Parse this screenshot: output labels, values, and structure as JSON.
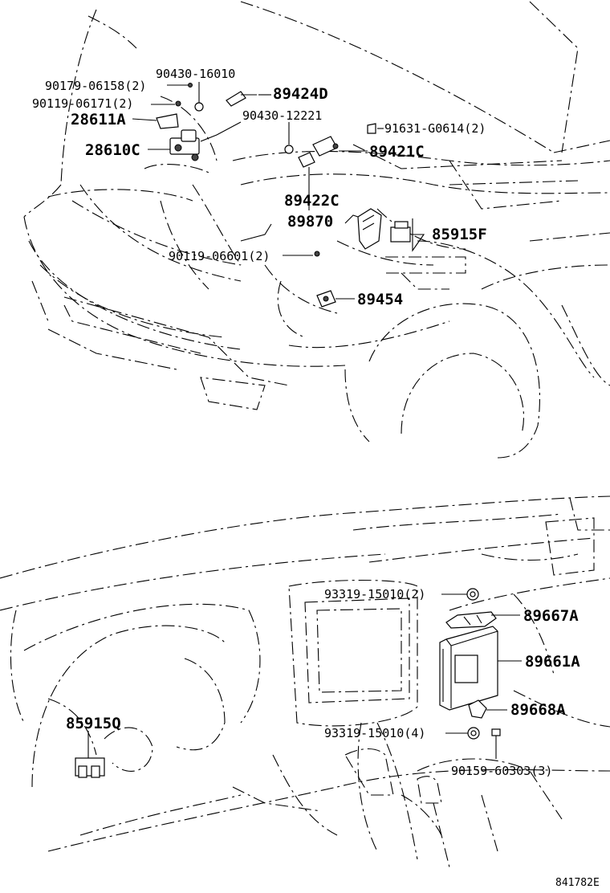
{
  "labels": {
    "p90430_16010": "90430-16010",
    "p90179_06158": "90179-06158(2)",
    "p89424D": "89424D",
    "p90119_06171": "90119-06171(2)",
    "p90430_12221": "90430-12221",
    "p28611A": "28611A",
    "p91631_G0614": "91631-G0614(2)",
    "p28610C": "28610C",
    "p89421C": "89421C",
    "p89422C": "89422C",
    "p89870": "89870",
    "p85915F": "85915F",
    "p90119_06601": "90119-06601(2)",
    "p89454": "89454",
    "p93319_15010_2": "93319-15010(2)",
    "p89667A": "89667A",
    "p89661A": "89661A",
    "p85915Q": "85915Q",
    "p89668A": "89668A",
    "p93319_15010_4": "93319-15010(4)",
    "p90159_60303": "90159-60303(3)"
  },
  "diagram_code": "841782E"
}
